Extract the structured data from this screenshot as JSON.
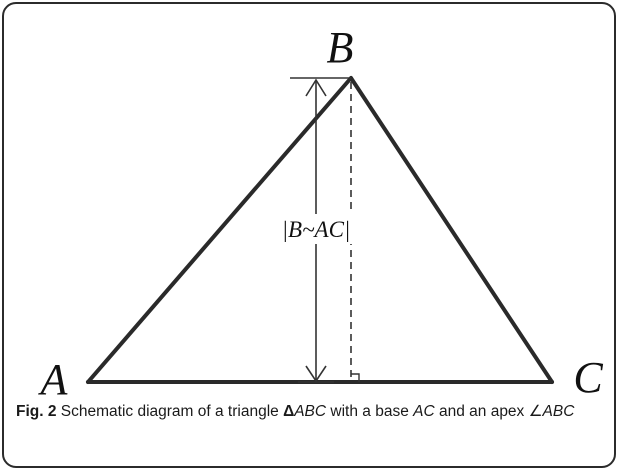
{
  "diagram": {
    "vertices": {
      "a_label": "A",
      "b_label": "B",
      "c_label": "C"
    },
    "height_label": "|B~AC|"
  },
  "caption": {
    "fig_label": "Fig. 2",
    "text_1": " Schematic diagram of a triangle ",
    "delta_symbol": "Δ",
    "triangle_name": "ABC",
    "text_2": " with a base ",
    "base_name": "AC",
    "text_3": " and an apex ",
    "angle_symbol": "∠",
    "angle_name": "ABC"
  }
}
